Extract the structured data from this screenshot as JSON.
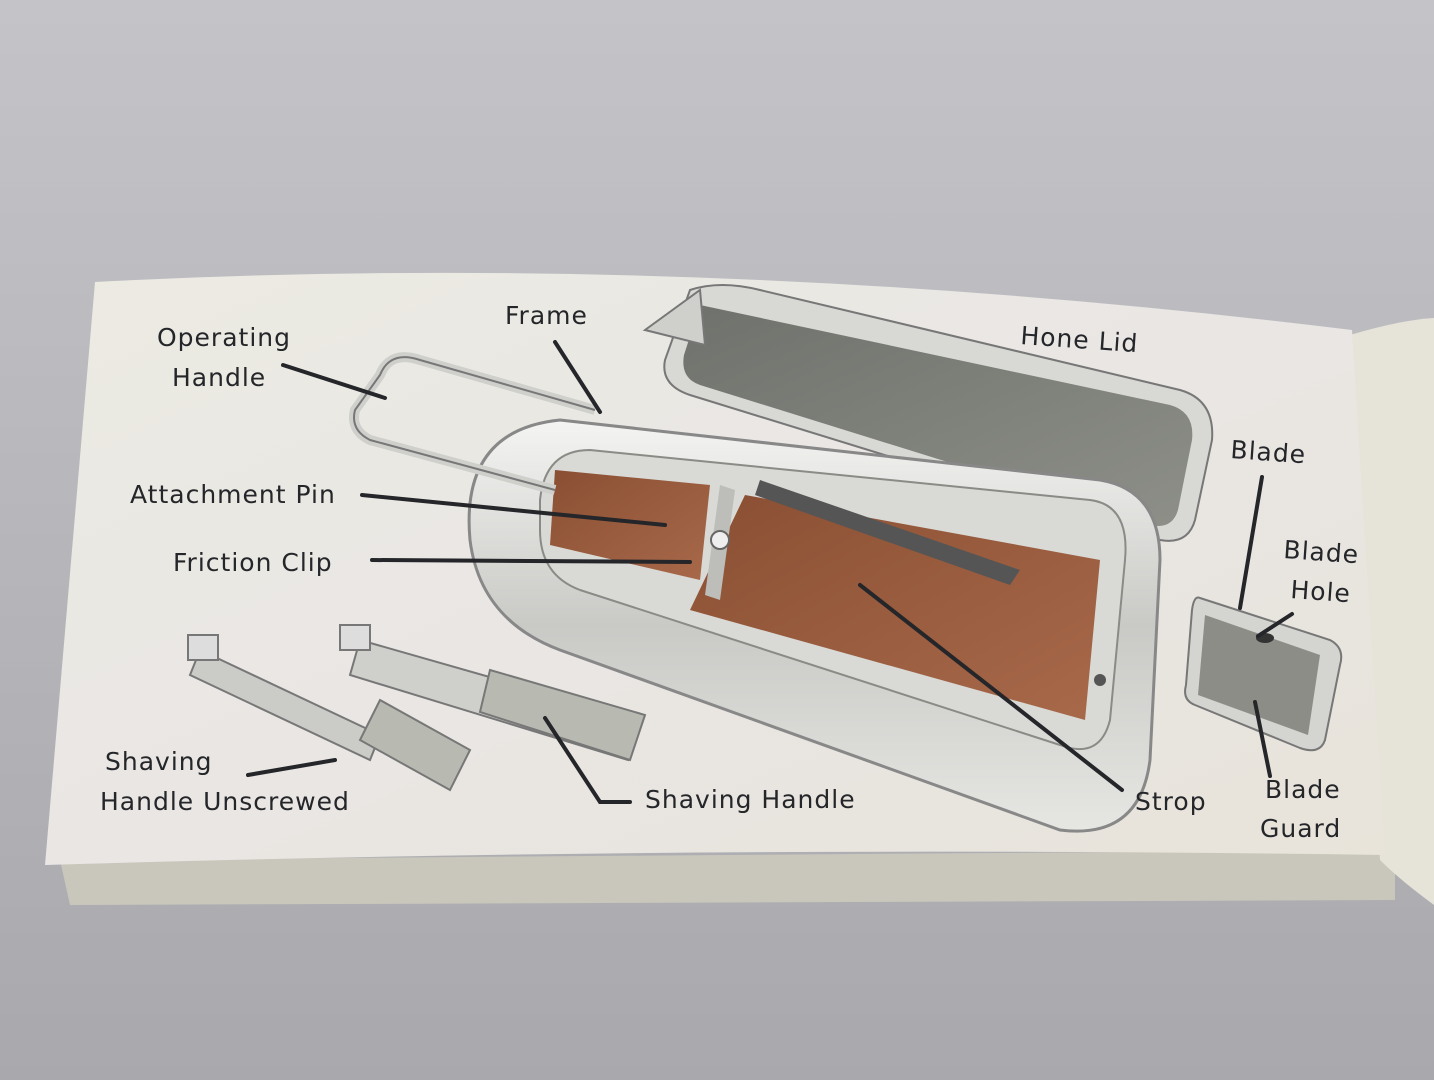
{
  "diagram": {
    "labels": {
      "operating_handle_1": "Operating",
      "operating_handle_2": "Handle",
      "frame": "Frame",
      "hone_lid": "Hone Lid",
      "blade": "Blade",
      "blade_hole_1": "Blade",
      "blade_hole_2": "Hole",
      "attachment_pin": "Attachment Pin",
      "friction_clip": "Friction Clip",
      "shaving_handle_unscrewed_1": "Shaving",
      "shaving_handle_unscrewed_2": "Handle Unscrewed",
      "shaving_handle": "Shaving Handle",
      "strop": "Strop",
      "blade_guard_1": "Blade",
      "blade_guard_2": "Guard"
    },
    "colors": {
      "background": "#b9b9bd",
      "page": "#ebe8e0",
      "strop": "#9a5a3a",
      "hone": "#7d7f78",
      "text": "#25262a"
    }
  }
}
